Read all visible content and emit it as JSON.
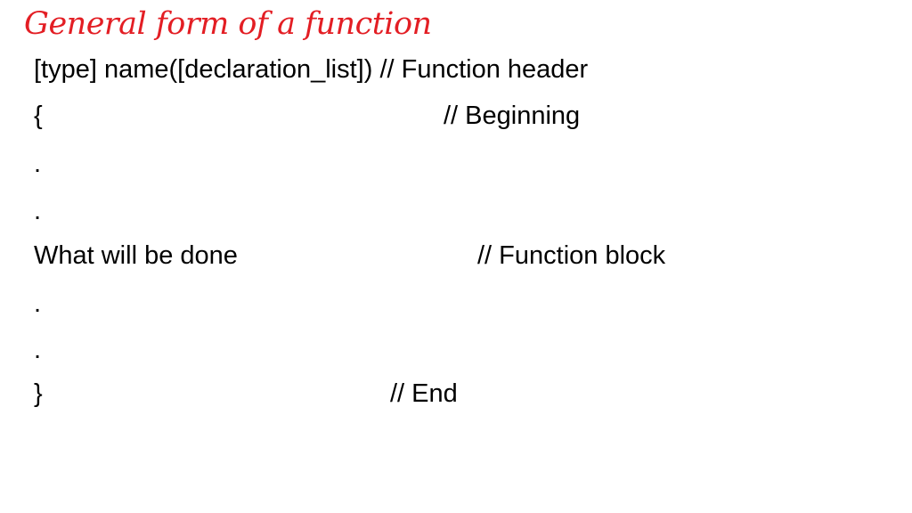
{
  "title": {
    "text": "General form of a function",
    "color": "#e31e24"
  },
  "text_color": "#000000",
  "lines": [
    {
      "code": "[type] name([declaration_list]) // Function header",
      "comment": ""
    },
    {
      "code": "{",
      "comment": "// Beginning"
    },
    {
      "code": ".",
      "comment": ""
    },
    {
      "code": ".",
      "comment": ""
    },
    {
      "code": "What will be done",
      "comment": "// Function block"
    },
    {
      "code": ".",
      "comment": ""
    },
    {
      "code": ".",
      "comment": ""
    },
    {
      "code": "}",
      "comment": "// End"
    }
  ]
}
